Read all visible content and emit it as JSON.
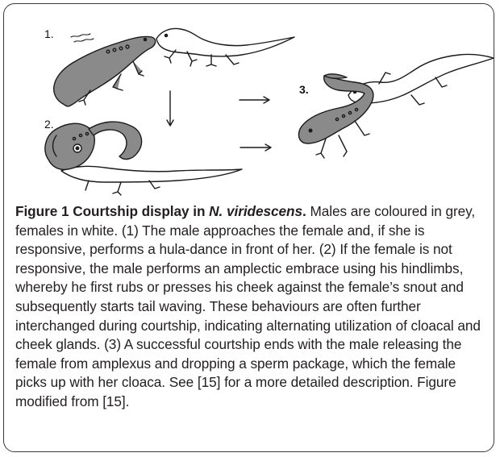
{
  "figure": {
    "panel_labels": [
      "1.",
      "2.",
      "3."
    ],
    "caption": {
      "label": "Figure 1",
      "title_prefix": "Courtship display in ",
      "species": "N. viridescens",
      "title_suffix": ".",
      "body": " Males are coloured in grey, females in white. (1) The male approaches the female and, if she is responsive, performs a hula-dance in front of her. (2) If the female is not responsive, the male performs an amplectic embrace using his hindlimbs, whereby he first rubs or presses his cheek against the female’s snout and subsequently starts tail waving. These behaviours are often further interchanged during courtship, indicating alternating utilization of cloacal and cheek glands. (3) A successful courtship ends with the male releasing the female from amplexus and dropping a sperm package, which the female picks up with her cloaca. See [15] for a more detailed description. Figure modified from [15]."
    },
    "colors": {
      "male_fill": "#8a8a8a",
      "female_fill": "#ffffff",
      "outline": "#1a1a1a"
    }
  }
}
